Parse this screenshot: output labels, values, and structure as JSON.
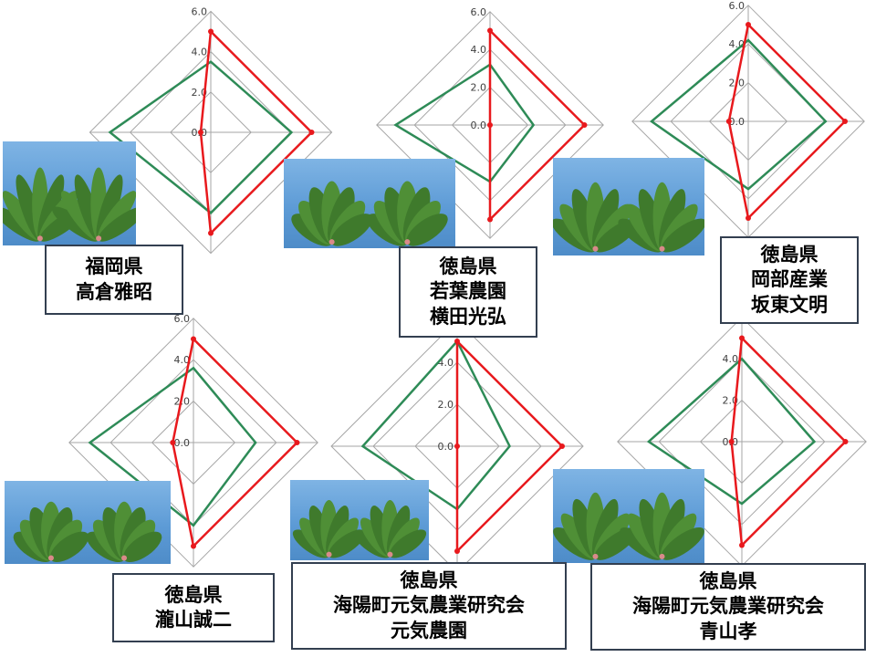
{
  "colors": {
    "red": "#e8191d",
    "green": "#2e8b57",
    "grid": "#a6a6a6",
    "box_border": "#333f50"
  },
  "tick_labels": [
    "0.0",
    "2.0",
    "4.0",
    "6.0"
  ],
  "chart_data": [
    {
      "type": "radar",
      "ylim": [
        0,
        6
      ],
      "series": [
        {
          "values": [
            5.0,
            5.0,
            5.0,
            0.5
          ]
        },
        {
          "values": [
            3.5,
            4.0,
            4.0,
            5.0
          ]
        }
      ]
    },
    {
      "type": "radar",
      "ylim": [
        0,
        6
      ],
      "series": [
        {
          "values": [
            5.0,
            5.0,
            5.0,
            0.0
          ]
        },
        {
          "values": [
            3.2,
            2.3,
            3.0,
            5.0
          ]
        }
      ]
    },
    {
      "type": "radar",
      "ylim": [
        0,
        6
      ],
      "series": [
        {
          "values": [
            5.0,
            5.0,
            5.0,
            1.0
          ]
        },
        {
          "values": [
            4.2,
            4.0,
            3.5,
            5.0
          ]
        }
      ]
    },
    {
      "type": "radar",
      "ylim": [
        0,
        6
      ],
      "series": [
        {
          "values": [
            5.0,
            5.0,
            5.0,
            1.0
          ]
        },
        {
          "values": [
            3.6,
            3.0,
            4.0,
            5.0
          ]
        }
      ]
    },
    {
      "type": "radar",
      "ylim": [
        0,
        6
      ],
      "series": [
        {
          "values": [
            5.0,
            5.0,
            5.0,
            0.0
          ]
        },
        {
          "values": [
            5.0,
            2.5,
            3.0,
            4.5
          ]
        }
      ]
    },
    {
      "type": "radar",
      "ylim": [
        0,
        6
      ],
      "series": [
        {
          "values": [
            5.0,
            5.0,
            5.0,
            0.5
          ]
        },
        {
          "values": [
            4.0,
            3.5,
            3.0,
            4.5
          ]
        }
      ]
    }
  ],
  "labels": [
    {
      "lines": [
        "福岡県",
        "高倉雅昭"
      ]
    },
    {
      "lines": [
        "徳島県",
        "若葉農園",
        "横田光弘"
      ]
    },
    {
      "lines": [
        "徳島県",
        "岡部産業",
        "坂東文明"
      ]
    },
    {
      "lines": [
        "徳島県",
        "瀧山誠二"
      ]
    },
    {
      "lines": [
        "徳島県",
        "海陽町元気農業研究会",
        "元気農園"
      ]
    },
    {
      "lines": [
        "徳島県",
        "海陽町元気農業研究会",
        "青山孝"
      ]
    }
  ],
  "photos": [
    {
      "icon": "spinach-photo"
    },
    {
      "icon": "spinach-photo"
    },
    {
      "icon": "spinach-photo"
    },
    {
      "icon": "spinach-photo"
    },
    {
      "icon": "spinach-photo"
    },
    {
      "icon": "spinach-photo"
    }
  ]
}
